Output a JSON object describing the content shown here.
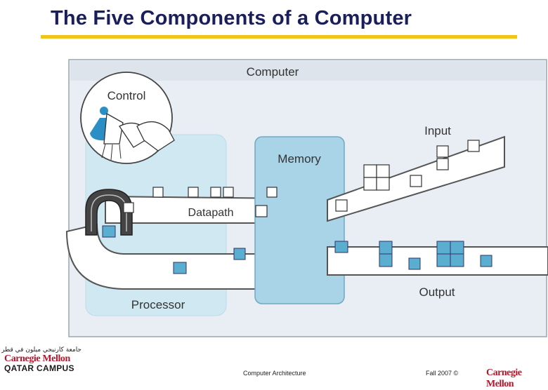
{
  "slide": {
    "title": "The Five Components of a Computer"
  },
  "diagram": {
    "computer_label": "Computer",
    "control_label": "Control",
    "input_label": "Input",
    "memory_label": "Memory",
    "datapath_label": "Datapath",
    "processor_label": "Processor",
    "output_label": "Output"
  },
  "footer": {
    "course": "Computer Architecture",
    "term": "Fall 2007 ©",
    "brand": "Carnegie Mellon"
  },
  "logo": {
    "arabic_line": "جامعة كارنيجي ميلون في قطر",
    "university": "Carnegie Mellon",
    "campus": "QATAR CAMPUS"
  },
  "colors": {
    "title": "#1a1f5a",
    "rule": "#f0c419",
    "panel": "#e9eef4",
    "processor": "#cfe8f2",
    "memory": "#a9d3e6",
    "data": "#5aaed0",
    "brand": "#b3162b"
  }
}
